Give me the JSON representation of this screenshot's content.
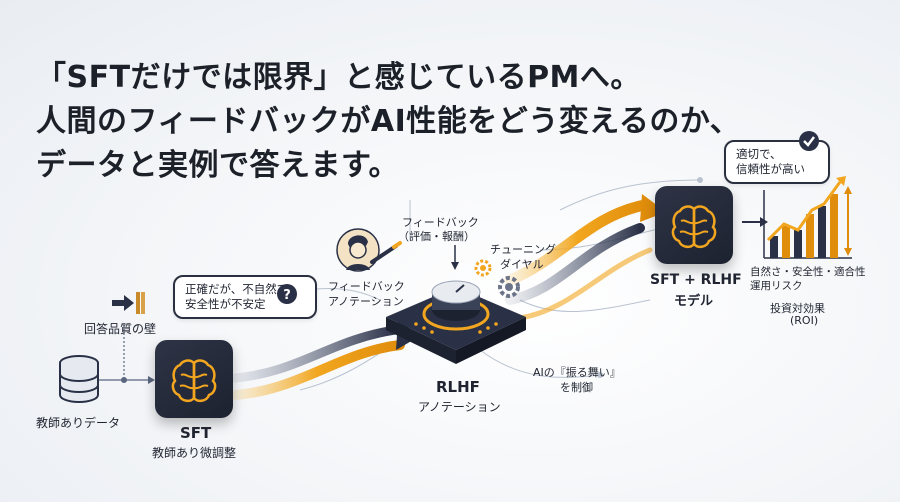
{
  "headline": {
    "line1": "「SFTだけでは限界」と感じているPMへ。",
    "line2": "人間のフィードバックがAI性能をどう変えるのか、",
    "line3": "データと実例で答えます。"
  },
  "left": {
    "wall_label": "回答品質の壁",
    "data_label": "教師ありデータ",
    "bubble_line1": "正確だが、不自然で",
    "bubble_line2": "安全性が不安定",
    "sft_title": "SFT",
    "sft_sub": "教師あり微調整"
  },
  "middle": {
    "feedback_label_1": "フィードバック",
    "feedback_label_2": "（評価・報酬）",
    "annotation_label_1": "フィードバック",
    "annotation_label_2": "アノテーション",
    "tuning_label_1": "チューニング",
    "tuning_label_2": "ダイヤル",
    "rlhf_title": "RLHF",
    "rlhf_sub": "アノテーション",
    "behavior_line1": "AIの『振る舞い』",
    "behavior_line2": "を制御"
  },
  "right": {
    "bubble_line1": "適切で、",
    "bubble_line2": "信頼性が高い",
    "model_title": "SFT + RLHF",
    "model_sub": "モデル",
    "outcomes_line1": "自然さ・安全性・適合性",
    "outcomes_line2": "運用リスク",
    "roi_line1": "投資対効果",
    "roi_line2": "(ROI)"
  },
  "colors": {
    "accent": "#f2a61f",
    "dark": "#1d2230",
    "navy": "#2a3147"
  }
}
